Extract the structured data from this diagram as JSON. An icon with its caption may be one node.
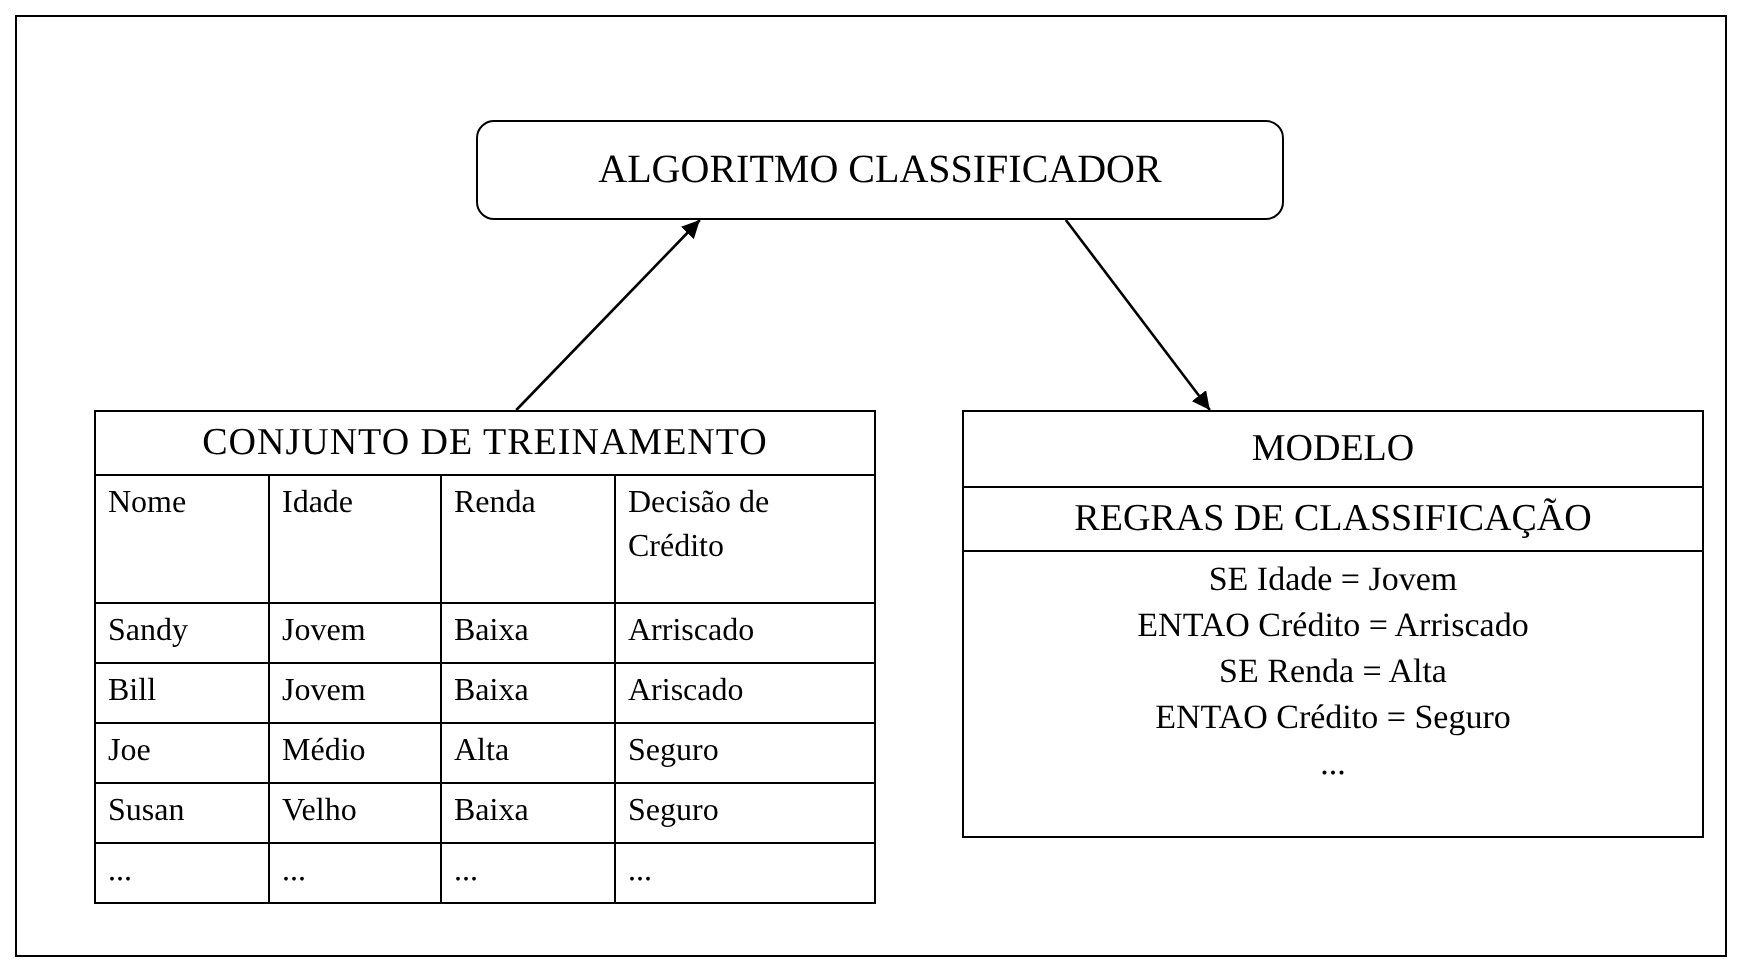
{
  "diagram": {
    "nodes": [
      {
        "text": [
          "ALGORITMO CLASSIFICADOR"
        ]
      },
      {
        "text": [
          "CONJUNTO DE TREINAMENTO"
        ]
      },
      {
        "text": [
          "MODELO",
          "REGRAS DE CLASSIFICAÇÃO",
          "SE Idade = Jovem",
          "ENTAO Crédito = Arriscado",
          "SE Renda = Alta",
          "ENTAO Crédito = Seguro",
          "..."
        ]
      }
    ],
    "edges": [
      {
        "from": 1,
        "to": 0,
        "arrow": "to"
      },
      {
        "from": 0,
        "to": 2,
        "arrow": "to"
      }
    ],
    "labels": [
      "Nome",
      "Idade",
      "Renda",
      "Decisão de Crédito",
      "Sandy",
      "Jovem",
      "Baixa",
      "Arriscado",
      "Bill",
      "Jovem",
      "Baixa",
      "Ariscado",
      "Joe",
      "Médio",
      "Alta",
      "Seguro",
      "Susan",
      "Velho",
      "Baixa",
      "Seguro",
      "...",
      "...",
      "...",
      "..."
    ]
  }
}
